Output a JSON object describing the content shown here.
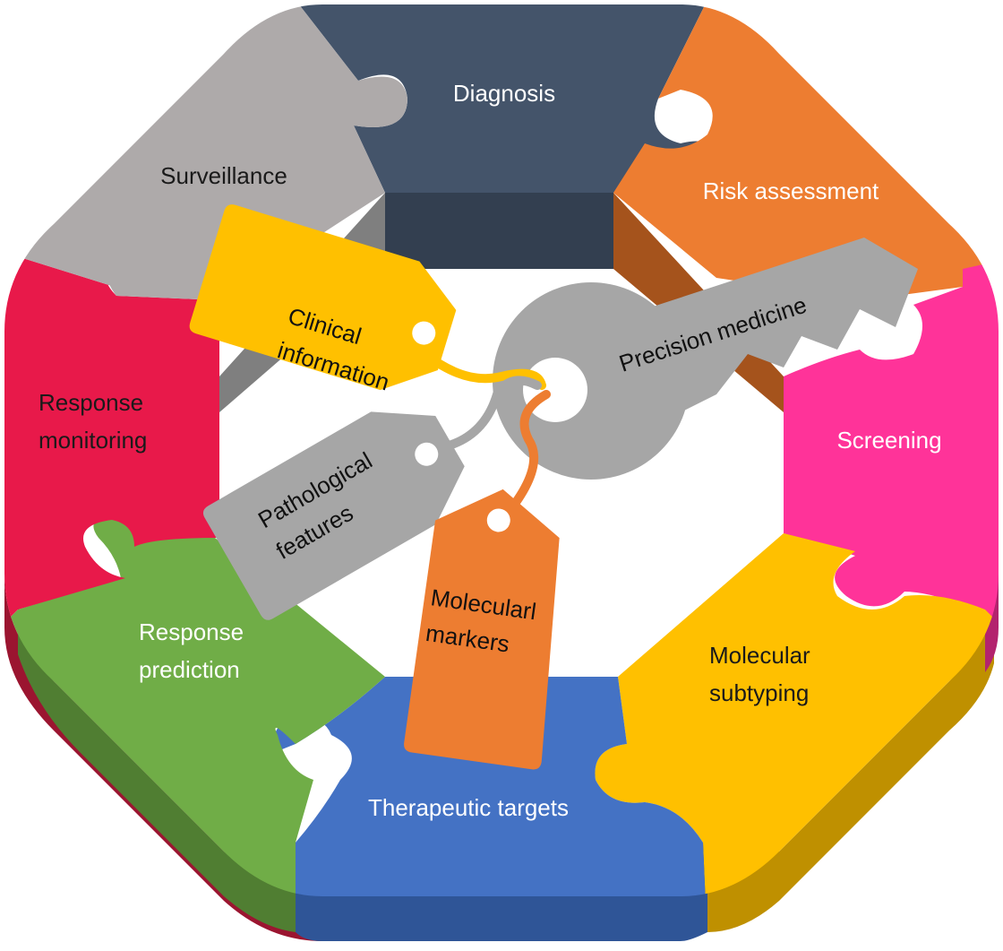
{
  "ring": {
    "segments": [
      {
        "id": "diagnosis",
        "label": [
          "Diagnosis"
        ],
        "color": "#44546A",
        "text_color": "#ffffff"
      },
      {
        "id": "risk-assessment",
        "label": [
          "Risk assessment"
        ],
        "color": "#ED7D31",
        "text_color": "#ffffff"
      },
      {
        "id": "screening",
        "label": [
          "Screening"
        ],
        "color": "#FF3399",
        "text_color": "#ffffff"
      },
      {
        "id": "molecular-subtyping",
        "label": [
          "Molecular",
          "subtyping"
        ],
        "color": "#FFC000",
        "text_color": "#1a1a1a"
      },
      {
        "id": "therapeutic-targets",
        "label": [
          "Therapeutic targets"
        ],
        "color": "#4472C4",
        "text_color": "#ffffff"
      },
      {
        "id": "response-prediction",
        "label": [
          "Response",
          "prediction"
        ],
        "color": "#70AD47",
        "text_color": "#ffffff"
      },
      {
        "id": "response-monitoring",
        "label": [
          "Response",
          "monitoring"
        ],
        "color": "#E8194A",
        "text_color": "#1a1a1a"
      },
      {
        "id": "surveillance",
        "label": [
          "Surveillance"
        ],
        "color": "#AEAAAA",
        "text_color": "#1a1a1a"
      }
    ]
  },
  "key": {
    "label": "Precision medicine",
    "color": "#A6A6A6"
  },
  "tags": [
    {
      "id": "clinical",
      "label": [
        "Clinical",
        "information"
      ],
      "color": "#FFC000"
    },
    {
      "id": "pathological",
      "label": [
        "Pathological",
        "features"
      ],
      "color": "#A6A6A6"
    },
    {
      "id": "molecular",
      "label": [
        "Molecularl",
        "markers"
      ],
      "color": "#ED7D31"
    }
  ]
}
